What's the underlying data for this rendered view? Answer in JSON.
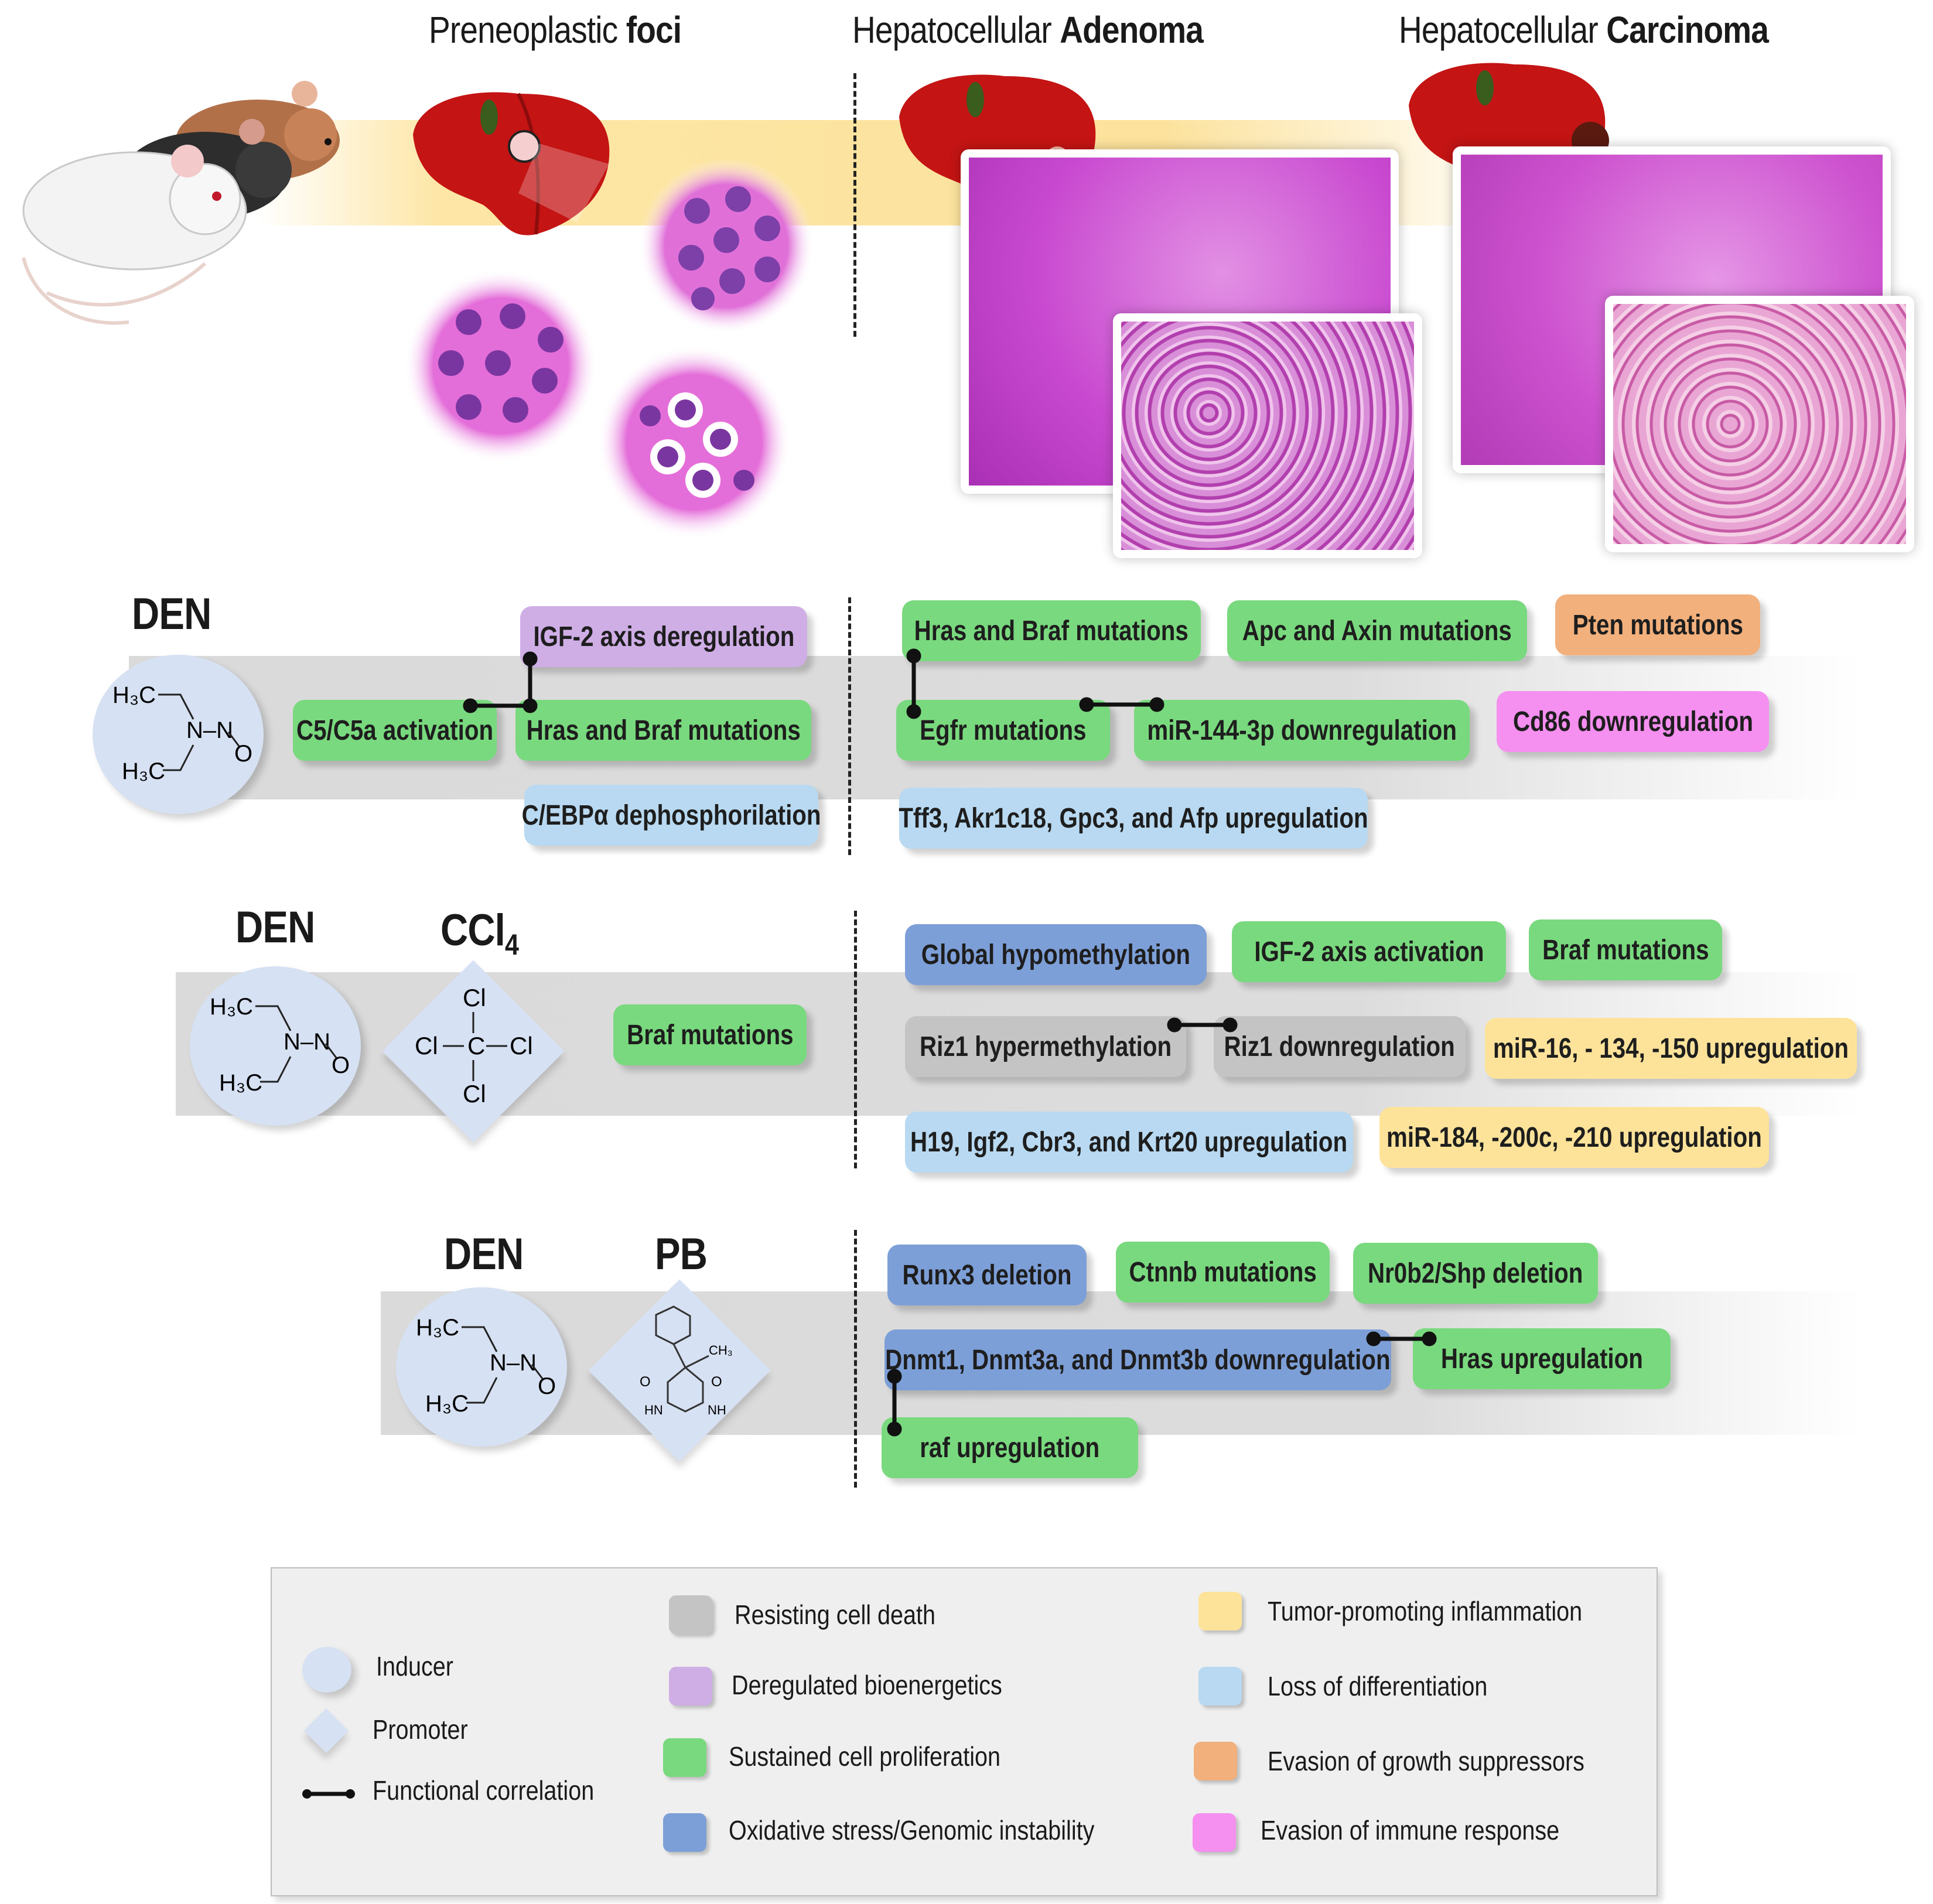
{
  "stages": {
    "s1_plain": "Preneoplastic ",
    "s1_bold": "foci",
    "s2_plain": "Hepatocellular ",
    "s2_bold": "Adenoma",
    "s3_plain": "Hepatocellular ",
    "s3_bold": "Carcinoma"
  },
  "models": {
    "m1": {
      "inducer": "DEN",
      "chem": {
        "top": "H₃C",
        "nn": "N–N",
        "o": "O",
        "bot": "H₃C"
      },
      "pre": {
        "igf2": "IGF-2 axis deregulation",
        "c5": "C5/C5a activation",
        "hras": "Hras and Braf mutations",
        "cebp": "C/EBPα dephosphorilation"
      },
      "post": {
        "hrasbraf": "Hras and Braf mutations",
        "apc": "Apc and Axin mutations",
        "pten": "Pten mutations",
        "egfr": "Egfr mutations",
        "mir144": "miR-144-3p downregulation",
        "cd86": "Cd86 downregulation",
        "tff3": "Tff3, Akr1c18, Gpc3, and Afp upregulation"
      }
    },
    "m2": {
      "inducer": "DEN",
      "promoter": "CCl",
      "promoter_sub": "4",
      "ccl4": {
        "cl": "Cl",
        "c": "C"
      },
      "pre": {
        "braf": "Braf mutations"
      },
      "post": {
        "global": "Global hypomethylation",
        "igf2": "IGF-2 axis activation",
        "braf": "Braf mutations",
        "riz1h": "Riz1 hypermethylation",
        "riz1d": "Riz1 downregulation",
        "mir16": "miR-16, - 134, -150 upregulation",
        "h19": "H19, Igf2, Cbr3, and Krt20 upregulation",
        "mir184": "miR-184, -200c, -210 upregulation"
      }
    },
    "m3": {
      "inducer": "DEN",
      "promoter": "PB",
      "pb": {
        "ch3": "CH₃",
        "o": "O",
        "hn": "HN",
        "nh": "NH"
      },
      "post": {
        "runx3": "Runx3 deletion",
        "ctnnb": "Ctnnb mutations",
        "nr0b2": "Nr0b2/Shp deletion",
        "dnmt": "Dnmt1, Dnmt3a, and Dnmt3b downregulation",
        "hras": "Hras upregulation",
        "raf": "raf upregulation"
      }
    }
  },
  "legend": {
    "inducer": "Inducer",
    "promoter": "Promoter",
    "func": "Functional correlation",
    "resist": "Resisting cell death",
    "dereg": "Deregulated bioenergetics",
    "sustain": "Sustained cell proliferation",
    "oxid": "Oxidative stress/Genomic instability",
    "tumor": "Tumor-promoting inflammation",
    "loss": "Loss of differentiation",
    "evasion_growth": "Evasion of growth suppressors",
    "evasion_immune": "Evasion of immune response"
  },
  "colors": {
    "green": "#79d97e",
    "purple": "#cfaee6",
    "light_blue": "#b8d9f1",
    "dark_blue": "#7d9fd8",
    "gray": "#c4c4c4",
    "yellow": "#fde39a",
    "orange": "#f2b07c",
    "pink": "#f58ff0",
    "inducer": "#d6e1f3"
  }
}
